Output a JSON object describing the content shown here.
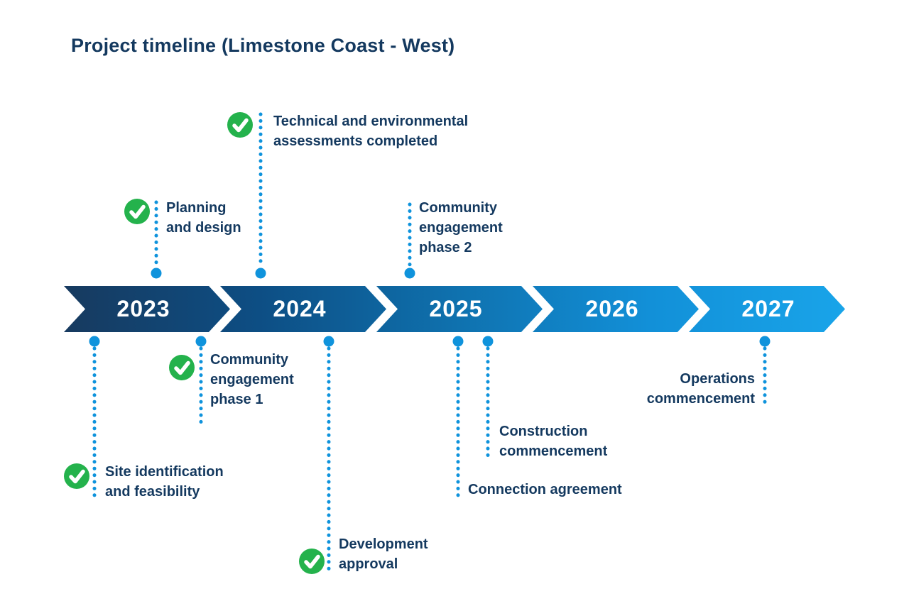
{
  "title": "Project timeline (Limestone Coast - West)",
  "timeline": {
    "years": [
      "2023",
      "2024",
      "2025",
      "2026",
      "2027"
    ]
  },
  "milestones": [
    {
      "id": "planning-and-design",
      "label": "Planning and design",
      "position": "above",
      "year": "2023",
      "completed": true
    },
    {
      "id": "technical-environmental-assessments",
      "label": "Technical and environmental assessments completed",
      "position": "above",
      "year": "2024",
      "completed": true
    },
    {
      "id": "community-engagement-phase-2",
      "label": "Community engagement phase 2",
      "position": "above",
      "year": "2025",
      "completed": false
    },
    {
      "id": "site-identification-feasibility",
      "label": "Site identification and feasibility",
      "position": "below",
      "year": "2023",
      "completed": true
    },
    {
      "id": "community-engagement-phase-1",
      "label": "Community engagement phase 1",
      "position": "below",
      "year": "2023",
      "completed": true
    },
    {
      "id": "development-approval",
      "label": "Development approval",
      "position": "below",
      "year": "2024",
      "completed": true
    },
    {
      "id": "connection-agreement",
      "label": "Connection agreement",
      "position": "below",
      "year": "2025",
      "completed": false
    },
    {
      "id": "construction-commencement",
      "label": "Construction commencement",
      "position": "below",
      "year": "2025",
      "completed": false
    },
    {
      "id": "operations-commencement",
      "label": "Operations commencement",
      "position": "below",
      "year": "2027",
      "completed": false
    }
  ],
  "colors": {
    "navy_text": "#14395f",
    "check_green": "#24b24c",
    "connector_blue": "#0f93dc",
    "bar_gradient_start": "#173a5f",
    "bar_gradient_end": "#19a4e9",
    "year_text": "#ffffff",
    "background": "#ffffff"
  }
}
